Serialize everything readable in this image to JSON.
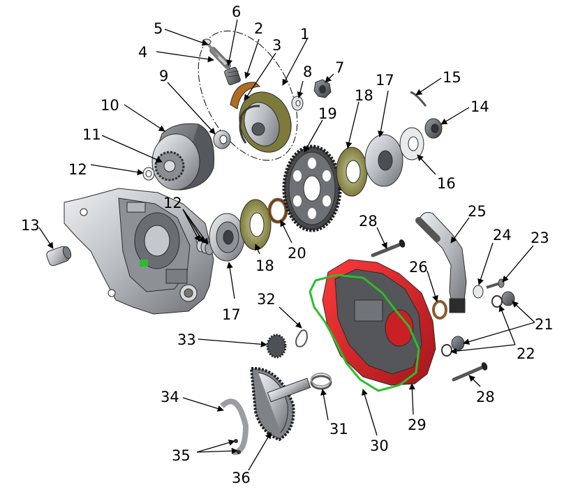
{
  "colors": {
    "cover_red": "#d21f26",
    "gasket_green": "#2bbd2b",
    "friction_olive": "#7d7a3c",
    "shoe_bronze": "#b36b22",
    "metal_light": "#c9ccd0",
    "metal_dark": "#55595e",
    "ink": "#000000"
  },
  "callouts": [
    {
      "id": "c1",
      "text": "1"
    },
    {
      "id": "c2",
      "text": "2"
    },
    {
      "id": "c3",
      "text": "3"
    },
    {
      "id": "c4",
      "text": "4"
    },
    {
      "id": "c5",
      "text": "5"
    },
    {
      "id": "c6",
      "text": "6"
    },
    {
      "id": "c7",
      "text": "7"
    },
    {
      "id": "c8",
      "text": "8"
    },
    {
      "id": "c9",
      "text": "9"
    },
    {
      "id": "c10",
      "text": "10"
    },
    {
      "id": "c11",
      "text": "11"
    },
    {
      "id": "c12a",
      "text": "12"
    },
    {
      "id": "c12b",
      "text": "12"
    },
    {
      "id": "c13",
      "text": "13"
    },
    {
      "id": "c14",
      "text": "14"
    },
    {
      "id": "c15",
      "text": "15"
    },
    {
      "id": "c16",
      "text": "16"
    },
    {
      "id": "c17a",
      "text": "17"
    },
    {
      "id": "c17b",
      "text": "17"
    },
    {
      "id": "c18a",
      "text": "18"
    },
    {
      "id": "c18b",
      "text": "18"
    },
    {
      "id": "c19",
      "text": "19"
    },
    {
      "id": "c20",
      "text": "20"
    },
    {
      "id": "c21",
      "text": "21"
    },
    {
      "id": "c22",
      "text": "22"
    },
    {
      "id": "c23",
      "text": "23"
    },
    {
      "id": "c24",
      "text": "24"
    },
    {
      "id": "c25",
      "text": "25"
    },
    {
      "id": "c26",
      "text": "26"
    },
    {
      "id": "c28a",
      "text": "28"
    },
    {
      "id": "c28b",
      "text": "28"
    },
    {
      "id": "c29",
      "text": "29"
    },
    {
      "id": "c30",
      "text": "30"
    },
    {
      "id": "c31",
      "text": "31"
    },
    {
      "id": "c32",
      "text": "32"
    },
    {
      "id": "c33",
      "text": "33"
    },
    {
      "id": "c34",
      "text": "34"
    },
    {
      "id": "c35",
      "text": "35"
    },
    {
      "id": "c36",
      "text": "36"
    }
  ]
}
